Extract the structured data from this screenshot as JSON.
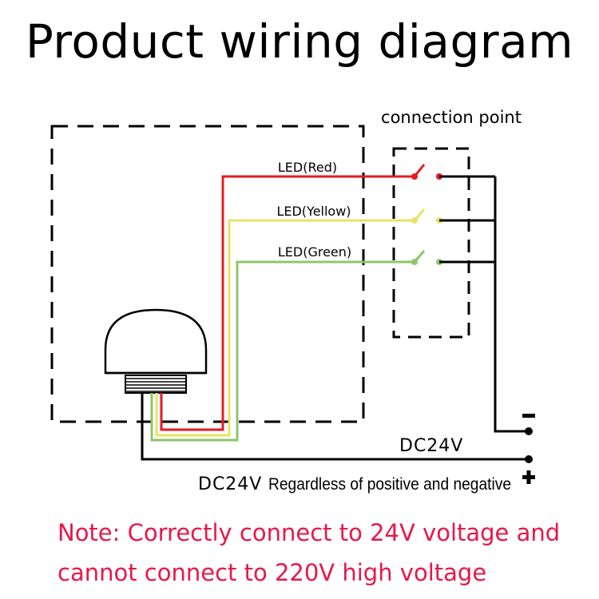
{
  "title": "Product wiring diagram",
  "labels": {
    "connection_point": "connection point",
    "led_red": "LED(Red)",
    "led_yellow": "LED(Yellow)",
    "led_green": "LED(Green)",
    "dc24v": "DC24V",
    "dc24v_regardless_prefix": "DC24V",
    "regardless": "Regardless of positive and negative",
    "minus": "-",
    "plus": "+"
  },
  "note": {
    "line1": "Note: Correctly connect to 24V voltage and",
    "line2": "cannot connect to 220V high voltage"
  },
  "colors": {
    "red_wire": "#e41b23",
    "yellow_wire": "#e8e26a",
    "green_wire": "#8cc66b",
    "note_text": "#e8174a",
    "black": "#000000"
  }
}
